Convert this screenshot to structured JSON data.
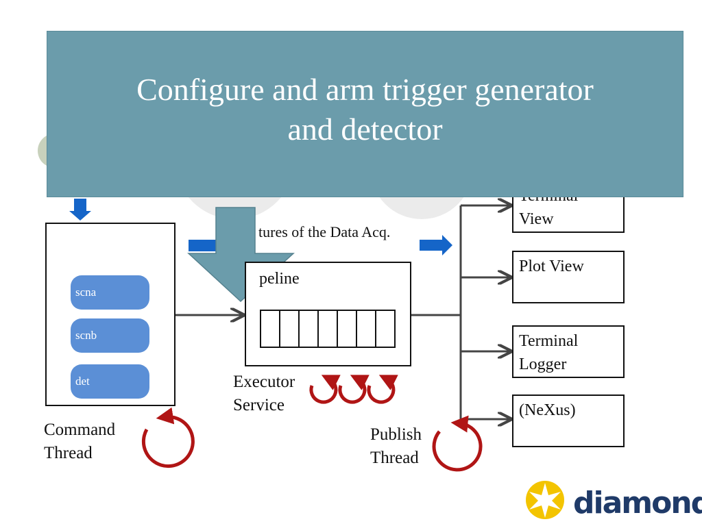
{
  "banner": {
    "title": "Configure and arm trigger generator\nand detector"
  },
  "caption": "tures of the Data Acq.",
  "command_box": {
    "items": [
      "scna",
      "scnb",
      "det"
    ]
  },
  "labels": {
    "command_thread": "Command\nThread",
    "pipeline": "peline",
    "executor_service": "Executor\nService",
    "publish_thread": "Publish\nThread"
  },
  "outputs": [
    {
      "label": "Terminal\nView"
    },
    {
      "label": "Plot View"
    },
    {
      "label": "Terminal\nLogger"
    },
    {
      "label": "(NeXus)"
    }
  ],
  "logo": {
    "text": "diamond"
  },
  "colors": {
    "banner": "#6b9cab",
    "pill": "#5b8fd6",
    "cycle_arrow": "#b01515",
    "blue_arrow": "#1565c8",
    "logo_yellow": "#f3c400",
    "logo_blue": "#1f3a68"
  }
}
